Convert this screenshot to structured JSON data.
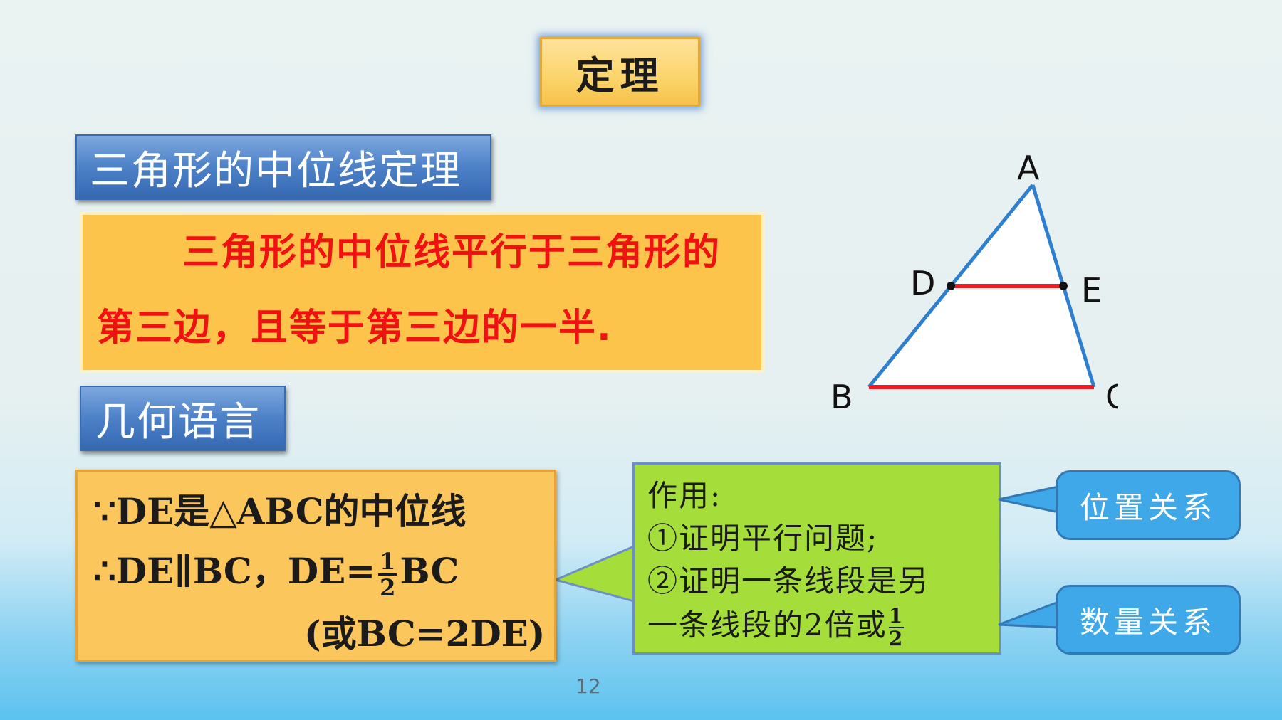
{
  "title": "定理",
  "theorem_label": "三角形的中位线定理",
  "theorem_text": "三角形的中位线平行于三角形的第三边，且等于第三边的一半.",
  "geometry_label": "几何语言",
  "proof": {
    "line1": "∵DE是△ABC的中位线",
    "line2_prefix": "∴DE∥BC，DE=",
    "fraction_numerator": "1",
    "fraction_denominator": "2",
    "line2_suffix": "BC",
    "line3": "(或BC=2DE)"
  },
  "usage": {
    "heading": "作用:",
    "item1": "①证明平行问题;",
    "item2": "②证明一条线段是另",
    "item3_prefix": "一条线段的2倍或",
    "fraction_numerator": "1",
    "fraction_denominator": "2"
  },
  "callouts": {
    "position": "位置关系",
    "quantity": "数量关系"
  },
  "diagram": {
    "labels": {
      "A": "A",
      "B": "B",
      "C": "C",
      "D": "D",
      "E": "E"
    },
    "colors": {
      "triangle": "#2e7fcf",
      "midline": "#ee1c24",
      "base": "#ee1c24"
    }
  },
  "page_number": "12"
}
